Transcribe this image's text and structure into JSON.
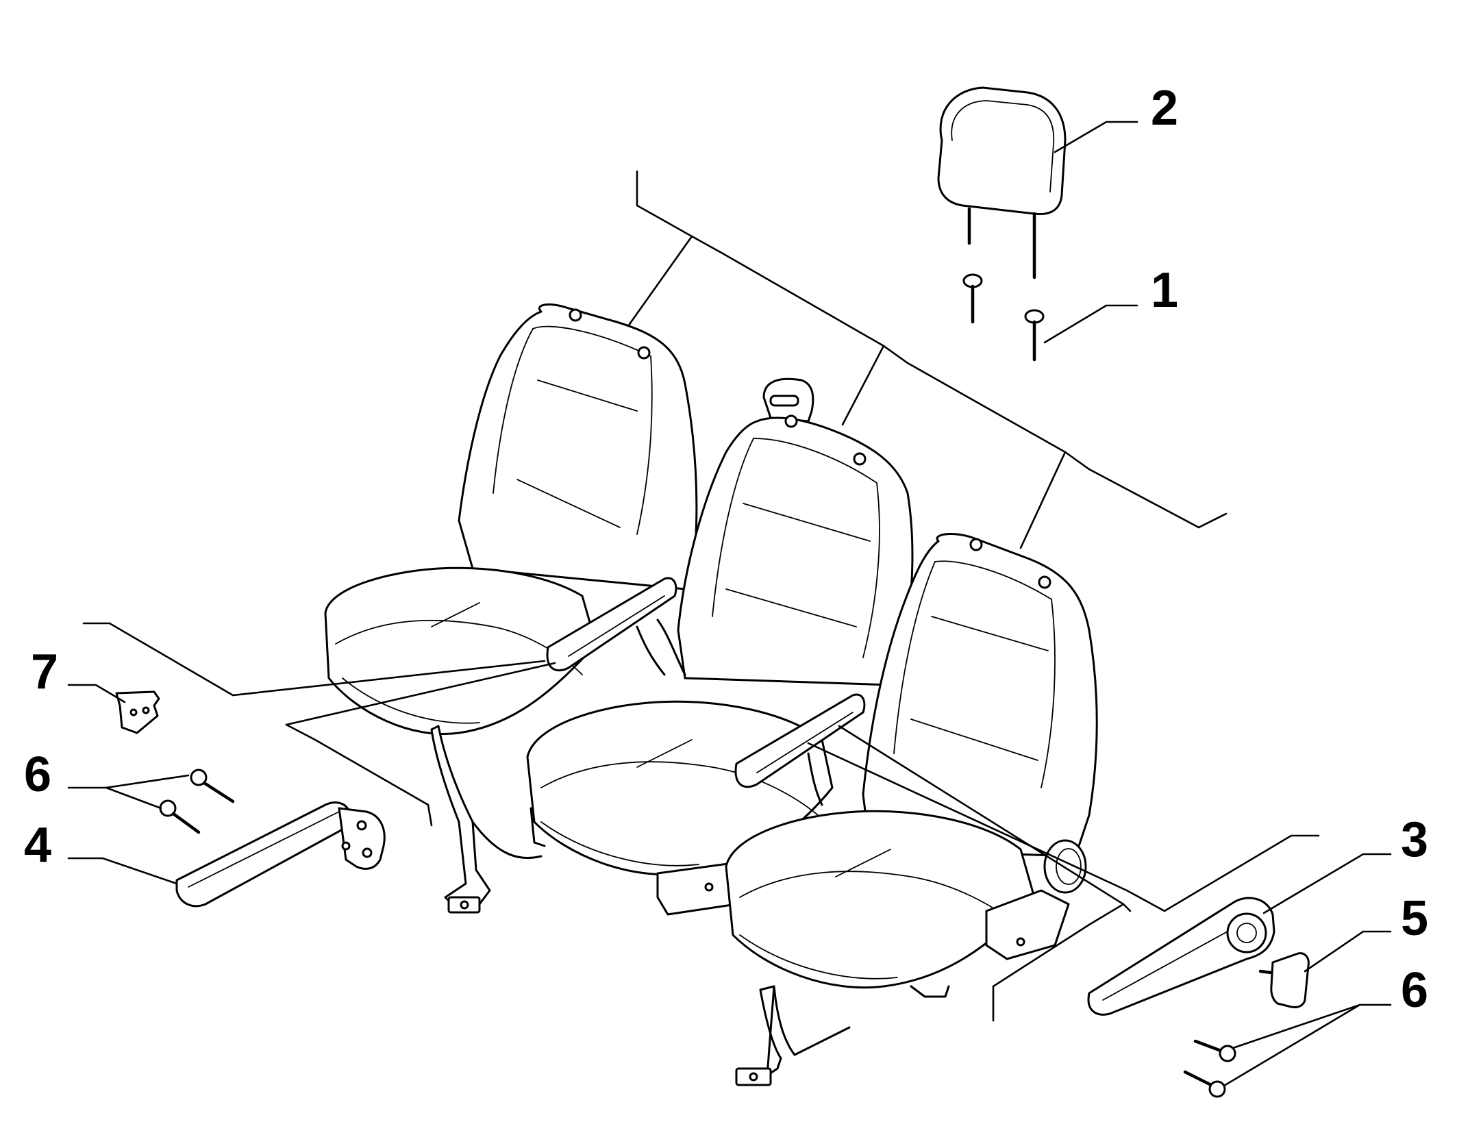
{
  "callouts": [
    {
      "id": "c1",
      "label": "1"
    },
    {
      "id": "c2",
      "label": "2"
    },
    {
      "id": "c3",
      "label": "3"
    },
    {
      "id": "c4",
      "label": "4"
    },
    {
      "id": "c5",
      "label": "5"
    },
    {
      "id": "c6a",
      "label": "6"
    },
    {
      "id": "c6b",
      "label": "6"
    },
    {
      "id": "c7",
      "label": "7"
    }
  ],
  "colors": {
    "ink": "#000000",
    "paper": "#ffffff"
  }
}
